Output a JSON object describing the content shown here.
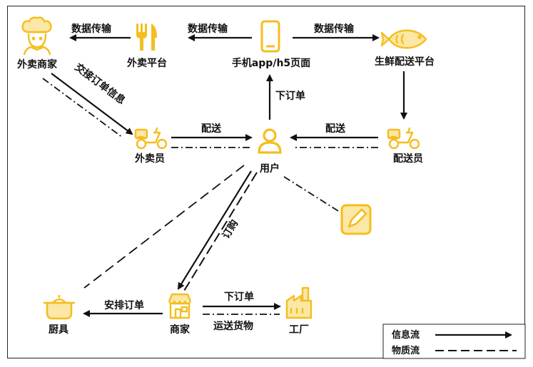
{
  "nodes": {
    "merchant_takeaway": "外卖商家",
    "takeaway_platform": "外卖平台",
    "phone_page": "手机app/h5页面",
    "fresh_platform": "生鲜配送平台",
    "courier_takeaway": "外卖员",
    "user": "用户",
    "courier_fresh": "配送员",
    "cookware": "厨具",
    "shop": "商家",
    "factory": "工厂"
  },
  "edges": {
    "data_transfer_1": "数据传输",
    "data_transfer_2": "数据传输",
    "data_transfer_3": "数据传输",
    "handover_order_info": "交接订单信息",
    "place_order_user": "下订单",
    "deliver_1": "配送",
    "deliver_2": "配送",
    "purchase": "订购",
    "arrange_order": "安排订单",
    "place_order_shop": "下订单",
    "ship_goods": "运送货物"
  },
  "legend": {
    "info_flow": "信息流",
    "material_flow": "物质流"
  },
  "colors": {
    "icon": "#F5BE1E",
    "line": "#111111"
  },
  "icons": {
    "merchant_takeaway": "chef-icon",
    "takeaway_platform": "fork-knife-icon",
    "phone_page": "phone-icon",
    "fresh_platform": "fish-icon",
    "courier_takeaway": "scooter-icon",
    "user": "user-icon",
    "courier_fresh": "scooter-icon",
    "note": "edit-note-icon",
    "cookware": "pot-icon",
    "shop": "shop-icon",
    "factory": "factory-icon"
  }
}
